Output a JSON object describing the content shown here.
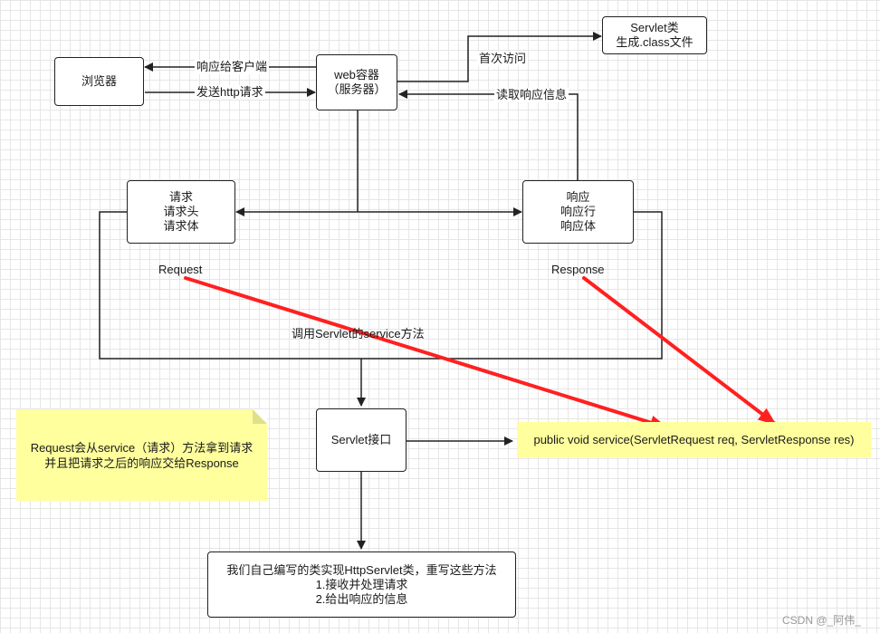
{
  "nodes": {
    "browser": "浏览器",
    "web_container": [
      "web容器",
      "（服务器）"
    ],
    "servlet_class": [
      "Servlet类",
      "生成.class文件"
    ],
    "request_box": [
      "请求",
      "请求头",
      "请求体"
    ],
    "response_box": [
      "响应",
      "响应行",
      "响应体"
    ],
    "servlet_interface": "Servlet接口",
    "service_method": "public void service(ServletRequest req, ServletResponse res)",
    "my_class": [
      "我们自己编写的类实现HttpServlet类，重写这些方法",
      "1.接收并处理请求",
      "2.给出响应的信息"
    ]
  },
  "edges": {
    "respond_to_client": "响应给客户端",
    "send_http_request": "发送http请求",
    "first_visit": "首次访问",
    "read_response_info": "读取响应信息",
    "call_service": "调用Servlet的service方法"
  },
  "labels": {
    "request": "Request",
    "response": "Response"
  },
  "note": [
    "Request会从service（请求）方法拿到请求",
    "并且把请求之后的响应交给Response"
  ],
  "watermark": "CSDN @_阿伟_",
  "colors": {
    "line": "#222222",
    "highlight_arrow": "#ff2020",
    "note_fill": "#ffff9e"
  }
}
